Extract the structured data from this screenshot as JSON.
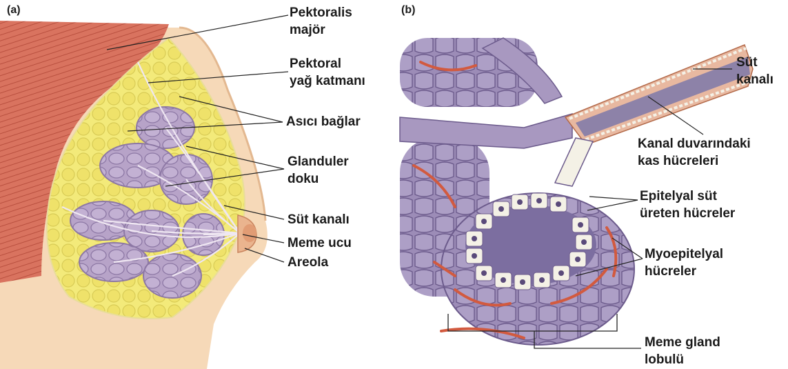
{
  "panels": {
    "a": "(a)",
    "b": "(b)"
  },
  "labels_a": {
    "pectoralis": [
      "Pektoralis",
      "majör"
    ],
    "fat": [
      "Pektoral",
      "yağ katmanı"
    ],
    "ligaments": "Asıcı bağlar",
    "glandular": [
      "Glanduler",
      "doku"
    ],
    "duct": "Süt kanalı",
    "nipple": "Meme ucu",
    "areola": "Areola"
  },
  "labels_b": {
    "duct": [
      "Süt",
      "kanalı"
    ],
    "wall_muscle": [
      "Kanal duvarındaki",
      "kas hücreleri"
    ],
    "epithelial": [
      "Epitelyal süt",
      "üreten hücreler"
    ],
    "myoepithelial": [
      "Myoepitelyal",
      "hücreler"
    ],
    "lobule": [
      "Meme gland",
      "lobulü"
    ]
  },
  "colors": {
    "skin": "#f6d9b8",
    "muscle": "#d9735f",
    "fat": "#f3ea7a",
    "gland": "#b7a3c8",
    "duct": "#8d82a8",
    "vessel": "#d25a3f",
    "cell": "#f4f1e6",
    "nucleus": "#5a4a7a"
  }
}
